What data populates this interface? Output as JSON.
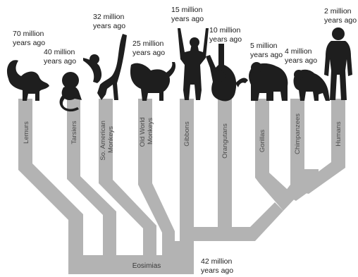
{
  "root": {
    "name": "Eosimias",
    "time_line1": "42 million",
    "time_line2": "years ago"
  },
  "taxa": [
    {
      "name": "Lemurs",
      "time_line1": "70 million",
      "time_line2": "years ago",
      "icon": "lemur-icon"
    },
    {
      "name": "Tarsiers",
      "time_line1": "40 million",
      "time_line2": "years ago",
      "icon": "tarsier-icon"
    },
    {
      "name": "So. American Monkeys",
      "line1": "So. American",
      "line2": "Monkeys",
      "time_line1": "32 million",
      "time_line2": "years ago",
      "icon": "spider-monkey-icon"
    },
    {
      "name": "Old World Monkeys",
      "line1": "Old World",
      "line2": "Monkeys",
      "time_line1": "25 million",
      "time_line2": "years ago",
      "icon": "baboon-icon"
    },
    {
      "name": "Gibbons",
      "time_line1": "15 million",
      "time_line2": "years ago",
      "icon": "gibbon-icon"
    },
    {
      "name": "Orangutans",
      "time_line1": "10 million",
      "time_line2": "years ago",
      "icon": "orangutan-icon"
    },
    {
      "name": "Gorillas",
      "time_line1": "5 million",
      "time_line2": "years ago",
      "icon": "gorilla-icon"
    },
    {
      "name": "Chimpanzees",
      "time_line1": "4 million",
      "time_line2": "years ago",
      "icon": "chimpanzee-icon"
    },
    {
      "name": "Humans",
      "time_line1": "2 million",
      "time_line2": "years ago",
      "icon": "human-icon"
    }
  ],
  "colors": {
    "branch": "#b3b3b3",
    "silhouette": "#1e1e1e",
    "text": "#1a1a1a"
  }
}
